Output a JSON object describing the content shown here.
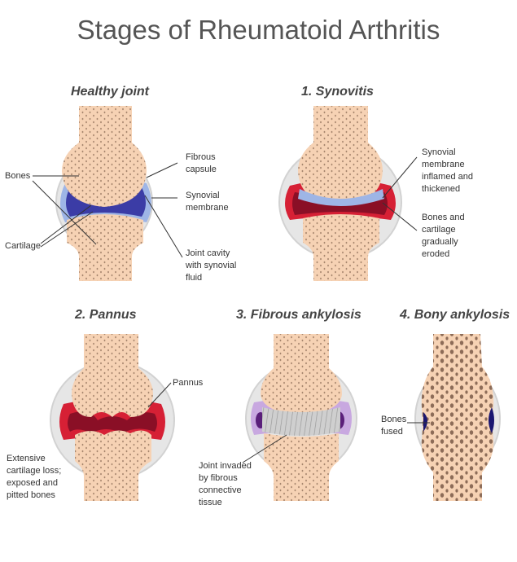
{
  "title": "Stages of Rheumatoid Arthritis",
  "colors": {
    "bone": "#f6d2b4",
    "bone_pore": "#8a6a55",
    "capsule": "#dcdcdc",
    "synovial": "#9eb5e6",
    "cavity": "#3b3ca6",
    "inflamed": "#d62035",
    "eroded": "#8a0f26",
    "fibrous": "#c9c9c9",
    "bony_pocket": "#1a1670"
  },
  "panels": [
    {
      "heading": "Healthy joint",
      "labels": [
        "Bones",
        "Cartilage",
        "Fibrous\ncapsule",
        "Synovial\nmembrane",
        "Joint cavity\nwith synovial\nfluid"
      ]
    },
    {
      "heading": "1. Synovitis",
      "labels": [
        "Synovial\nmembrane\ninflamed and\nthickened",
        "Bones and\ncartilage\ngradually\neroded"
      ]
    },
    {
      "heading": "2. Pannus",
      "labels": [
        "Pannus",
        "Extensive\ncartilage loss;\nexposed and\npitted bones"
      ]
    },
    {
      "heading": "3. Fibrous ankylosis",
      "labels": [
        "Joint invaded\nby fibrous\nconnective\ntissue"
      ]
    },
    {
      "heading": "4. Bony ankylosis",
      "labels": [
        "Bones\nfused"
      ]
    }
  ]
}
